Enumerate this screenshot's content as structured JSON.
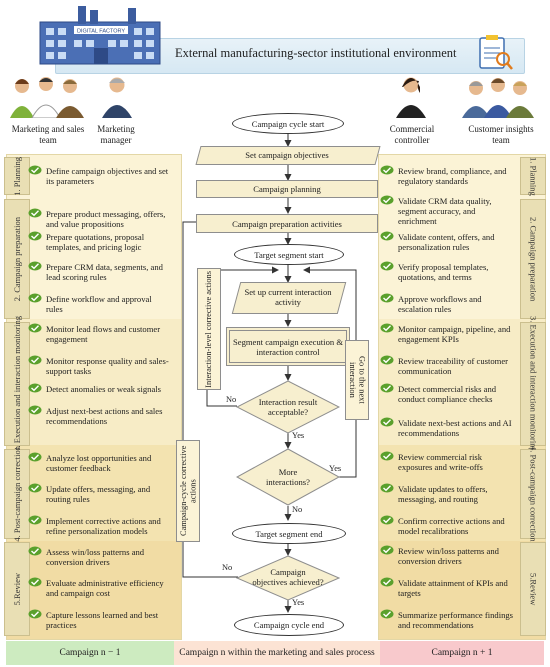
{
  "banner": {
    "title": "External manufacturing-sector institutional environment",
    "factory_sign": "DIGITAL FACTORY"
  },
  "actors": {
    "sales_team": "Marketing and sales team",
    "marketing_manager": "Marketing manager",
    "commercial_controller": "Commercial controller",
    "customer_insights": "Customer insights team"
  },
  "left_phases": [
    {
      "label": "1. Planning"
    },
    {
      "label": "2. Campaign preparation"
    },
    {
      "label": "3. Execution and interaction monitoring"
    },
    {
      "label": "4. Post-campaign correction"
    },
    {
      "label": "5.Review"
    }
  ],
  "right_phases": [
    {
      "label": "1. Planning"
    },
    {
      "label": "2. Campaign preparation"
    },
    {
      "label": "3. Execution and interaction monitoring"
    },
    {
      "label": "4. Post-campaign correction"
    },
    {
      "label": "5.Review"
    }
  ],
  "left_tasks": [
    "Define campaign objectives and set its parameters",
    "Prepare product messaging, offers, and value propositions",
    "Prepare quotations, proposal templates, and pricing logic",
    "Prepare CRM data, segments, and lead scoring rules",
    "Define workflow and approval rules",
    "Monitor lead flows and customer engagement",
    "Monitor response quality and sales-support tasks",
    "Detect anomalies or weak signals",
    "Adjust next-best actions and sales recommendations",
    "Analyze lost opportunities and customer feedback",
    "Update offers, messaging, and routing rules",
    "Implement corrective actions and refine personalization models",
    "Assess win/loss patterns and conversion drivers",
    "Evaluate administrative efficiency and campaign cost",
    "Capture lessons learned and best practices"
  ],
  "right_tasks": [
    "Review brand, compliance, and regulatory standards",
    "Validate CRM data quality, segment accuracy, and enrichment",
    "Validate content, offers, and personalization rules",
    "Verify proposal templates, quotations, and terms",
    "Approve workflows and escalation rules",
    "Monitor campaign, pipeline, and engagement KPIs",
    "Review traceability of customer communication",
    "Detect commercial risks and conduct compliance checks",
    "Validate next-best actions and AI recommendations",
    "Review commercial risk exposures and write-offs",
    "Validate updates to offers, messaging, and routing",
    "Confirm corrective actions and model recalibrations",
    "Review win/loss patterns and conversion drivers",
    "Validate attainment of KPIs and targets",
    "Summarize performance findings and recommendations"
  ],
  "flow": {
    "start": "Campaign cycle start",
    "set_objectives": "Set campaign objectives",
    "planning": "Campaign planning",
    "prep": "Campaign preparation activities",
    "seg_start": "Target segment start",
    "setup": "Set up current interaction activity",
    "execution": "Segment campaign execution & interaction control",
    "decision1": "Interaction result acceptable?",
    "decision2": "More interactions?",
    "seg_end": "Target segment end",
    "decision3": "Campaign objectives achieved?",
    "end": "Campaign cycle end",
    "left_loop": "Interaction-level corrective actions",
    "right_loop": "Go to the next interaction",
    "cycle_loop": "Campaign-cycle corrective actions",
    "yes": "Yes",
    "no": "No"
  },
  "bottom": {
    "prev": "Campaign n − 1",
    "current": "Campaign n within the marketing and sales process",
    "next": "Campaign n + 1"
  },
  "colors": {
    "panel": "#fbf3d6",
    "box": "#f7efcf",
    "banner": "#d6e8f3",
    "icon": "#5aa02c",
    "bar_prev": "#cdebc0",
    "bar_current": "#fce3d4",
    "bar_next": "#f8c9cc"
  }
}
